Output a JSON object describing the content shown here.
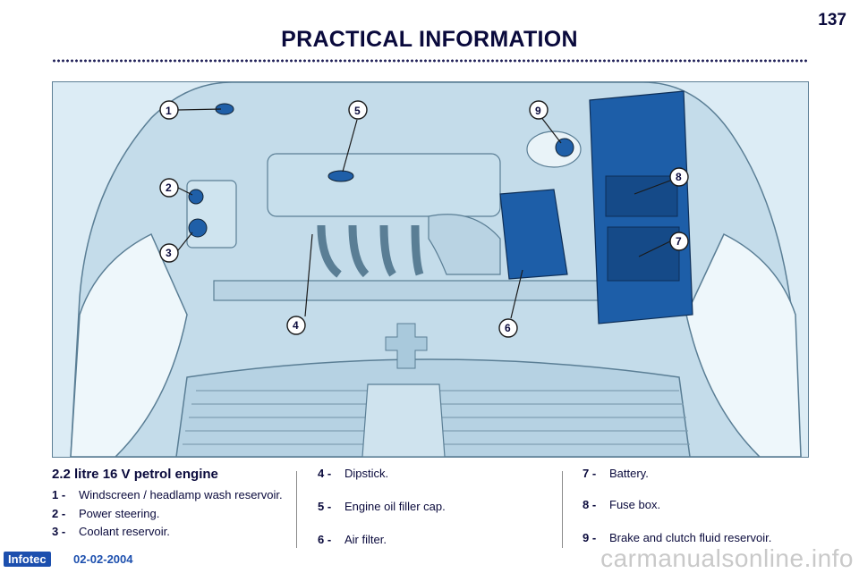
{
  "header": {
    "page_number": "137",
    "title": "PRACTICAL INFORMATION"
  },
  "illustration": {
    "callouts": [
      "1",
      "2",
      "3",
      "4",
      "5",
      "6",
      "7",
      "8",
      "9"
    ]
  },
  "legend": {
    "heading": "2.2 litre 16 V petrol engine",
    "items": [
      {
        "num": "1 -",
        "text": "Windscreen / headlamp wash reservoir."
      },
      {
        "num": "2 -",
        "text": "Power steering."
      },
      {
        "num": "3 -",
        "text": "Coolant reservoir."
      },
      {
        "num": "4 -",
        "text": "Dipstick."
      },
      {
        "num": "5 -",
        "text": "Engine oil filler cap."
      },
      {
        "num": "6 -",
        "text": "Air filter."
      },
      {
        "num": "7 -",
        "text": "Battery."
      },
      {
        "num": "8 -",
        "text": "Fuse box."
      },
      {
        "num": "9 -",
        "text": "Brake and clutch fluid reservoir."
      }
    ]
  },
  "footer": {
    "logo": "Infotec",
    "date": "02-02-2004",
    "watermark": "carmanualsonline.info"
  }
}
